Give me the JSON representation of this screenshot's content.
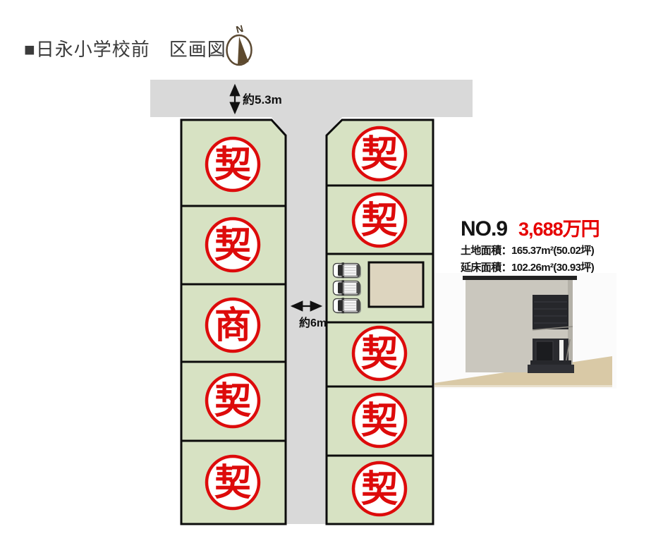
{
  "page": {
    "title": "■日永小学校前　区画図",
    "compass": {
      "label": "N"
    }
  },
  "map": {
    "top_road_width": "約5.3m",
    "side_road_width": "約6m",
    "plots": {
      "left": [
        {
          "status": "契"
        },
        {
          "status": "契"
        },
        {
          "status": "商"
        },
        {
          "status": "契"
        },
        {
          "status": "契"
        }
      ],
      "right": [
        {
          "status": "契"
        },
        {
          "status": "契"
        },
        {
          "status": ""
        },
        {
          "status": "契"
        },
        {
          "status": "契"
        },
        {
          "status": "契"
        }
      ]
    }
  },
  "listing": {
    "number": "NO.9",
    "price": "3,688万円",
    "land_area": "土地面積：165.37m²(50.02坪)",
    "floor_area": "延床面積：102.26m²(30.93坪)"
  },
  "colors": {
    "plot_green": "#d7e2c3",
    "road_gray": "#d9d9d9",
    "stamp_red": "#dd0b0b",
    "price_red": "#e60000",
    "footprint_beige": "#ddd5bf"
  }
}
